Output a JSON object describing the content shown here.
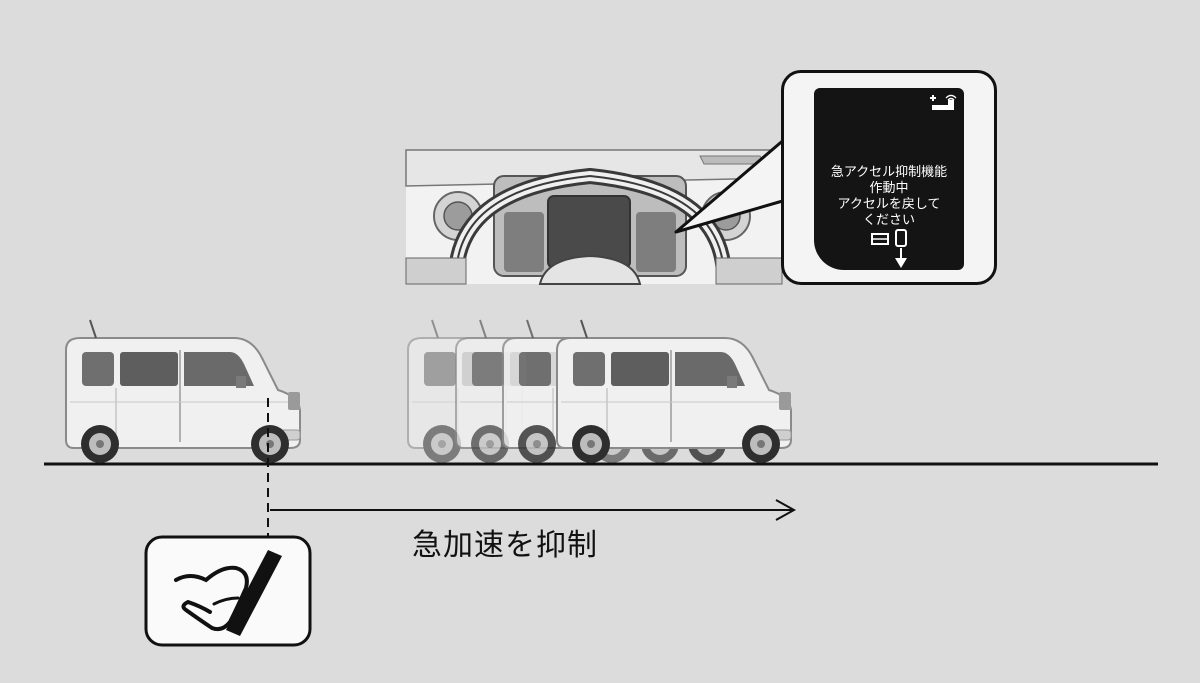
{
  "caption": "急加速を抑制",
  "display_message": {
    "line1": "急アクセル抑制機能",
    "line2": "作動中",
    "line3": "アクセルを戻して",
    "line4": "ください"
  },
  "icons": [
    "car-connectivity-icon",
    "accelerator-pedal-release-icon",
    "foot-on-pedal-icon"
  ],
  "colors": {
    "background": "#dcdcdc",
    "screen": "#141414",
    "line": "#111111"
  }
}
